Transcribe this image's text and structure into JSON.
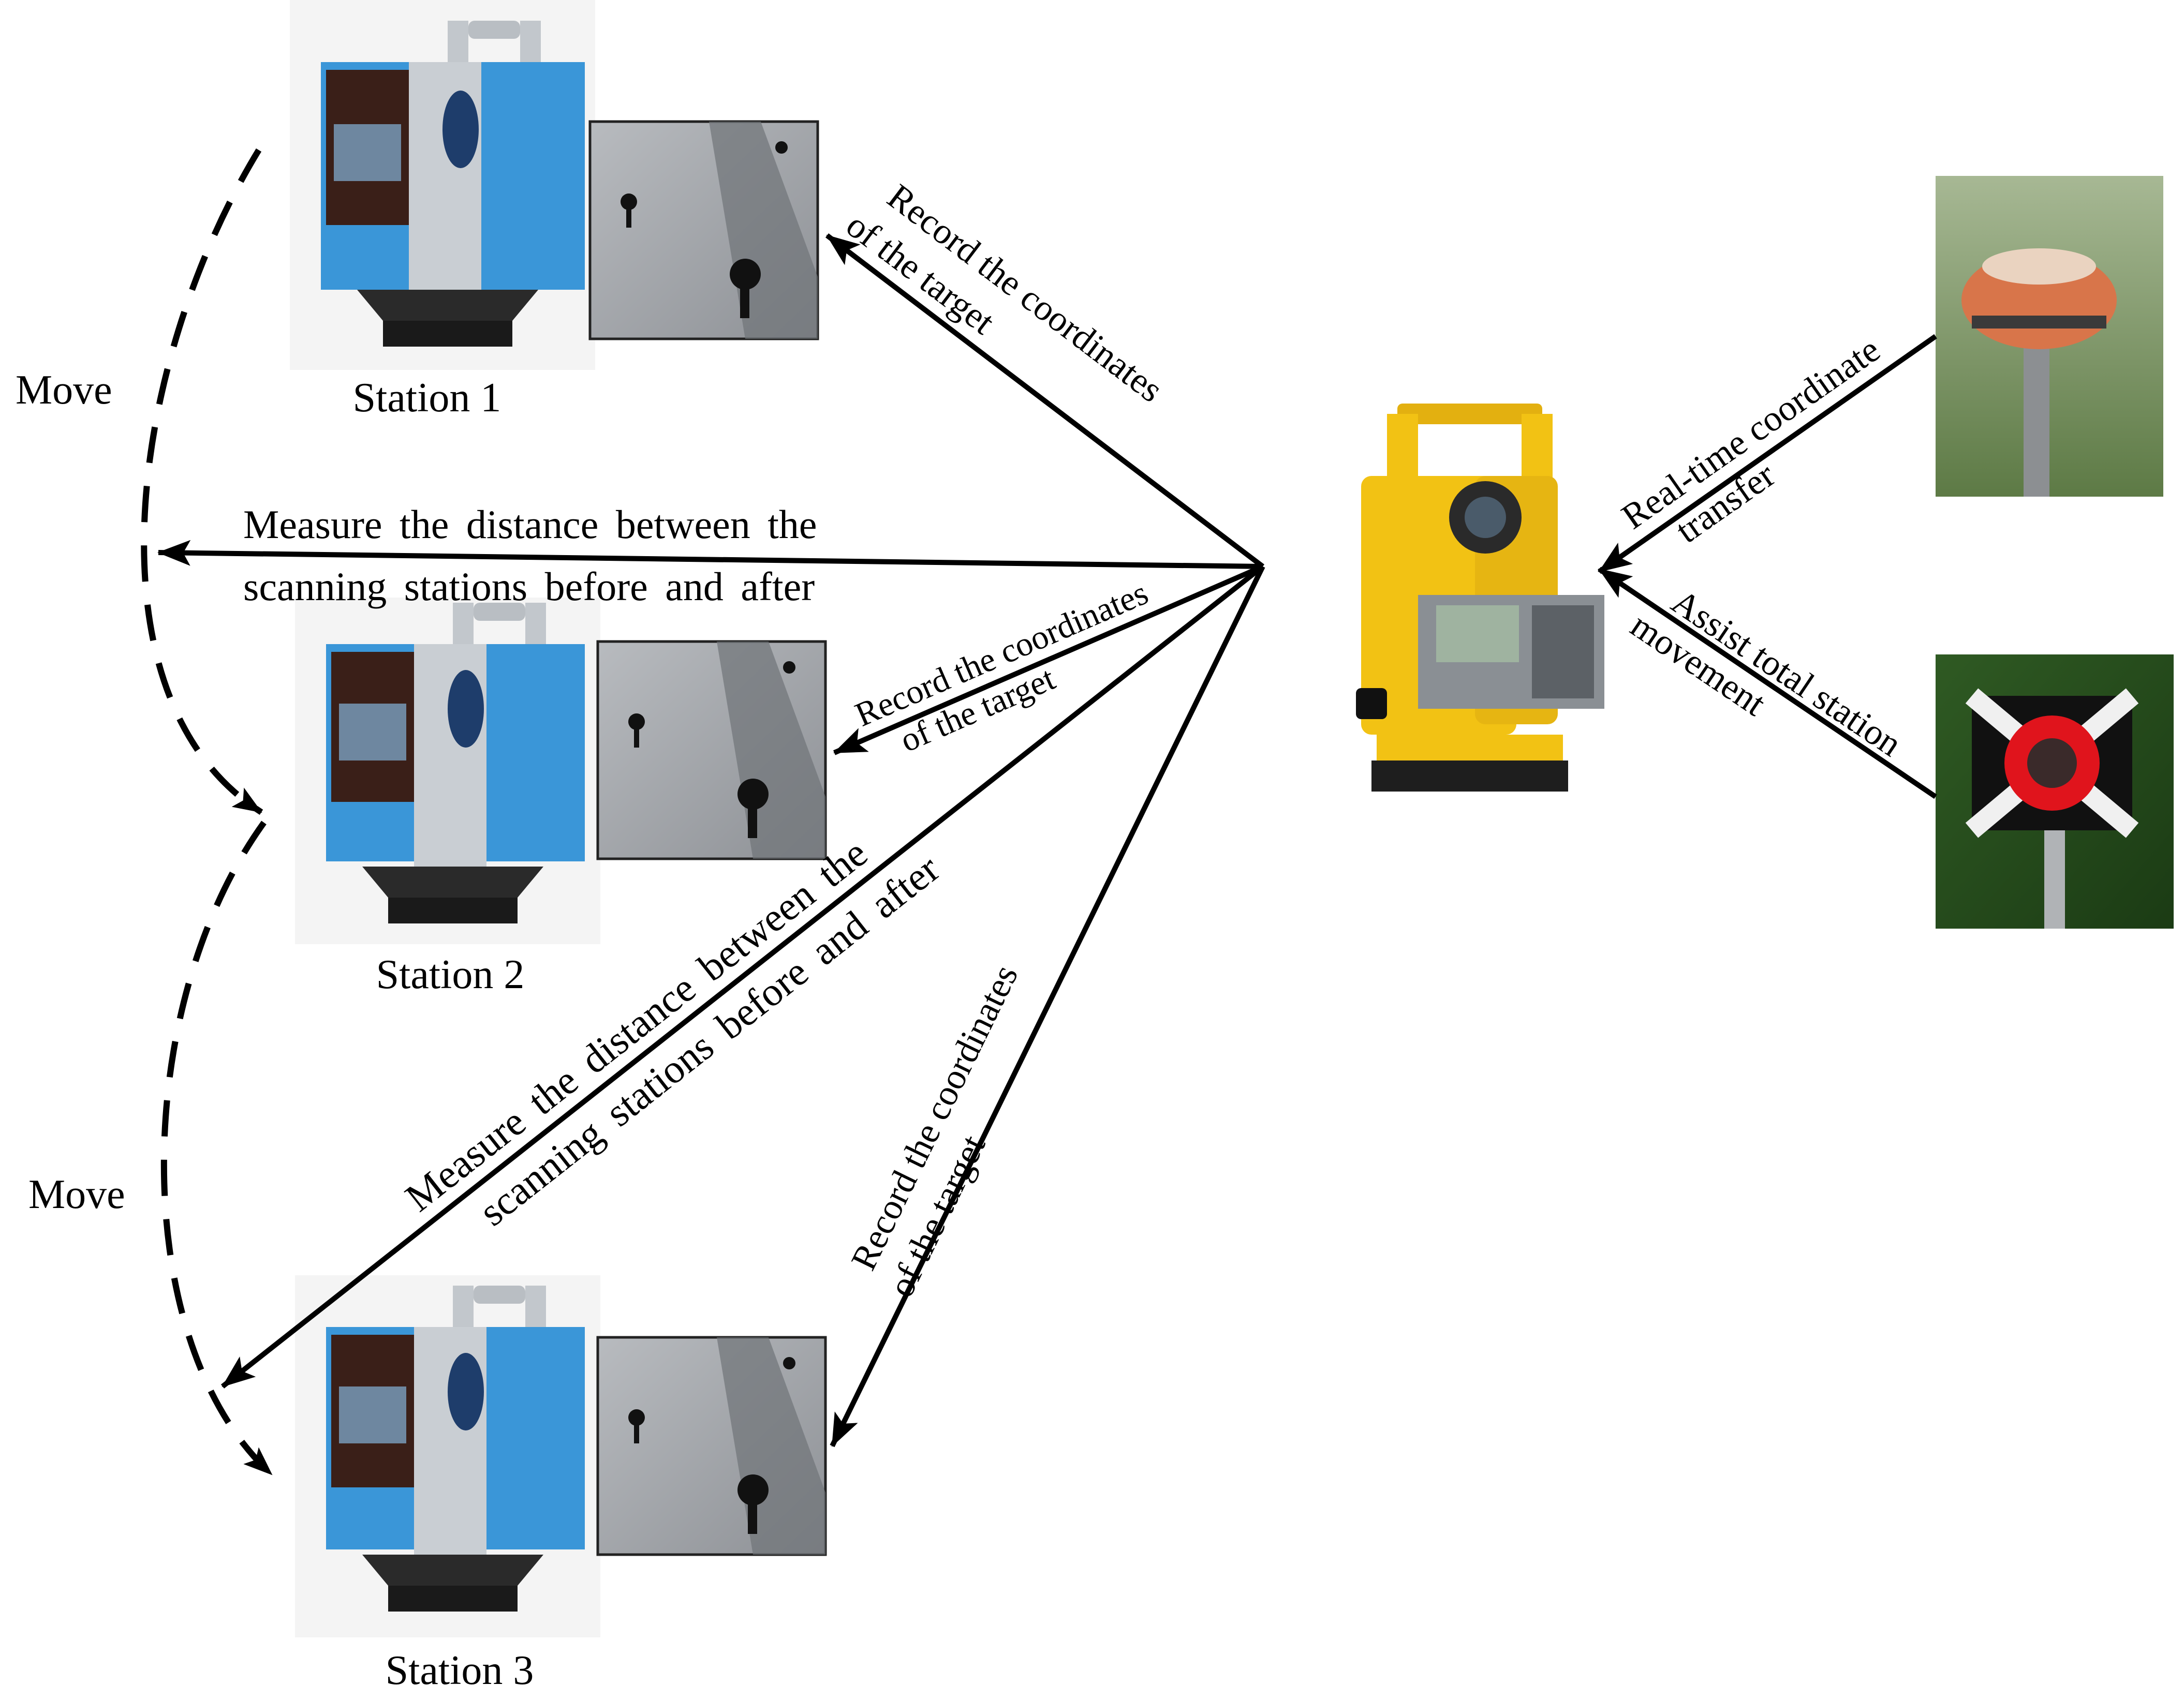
{
  "stations": [
    {
      "label": "Station 1"
    },
    {
      "label": "Station 2"
    },
    {
      "label": "Station 3"
    }
  ],
  "move_labels": [
    "Move",
    "Move"
  ],
  "annotations": {
    "record_1": [
      "Record the coordinates",
      "of the target"
    ],
    "measure_1": [
      "Measure the distance between the",
      "scanning stations before and after"
    ],
    "record_2": [
      "Record the coordinates",
      "of the target"
    ],
    "measure_2": [
      "Measure the distance between the",
      "scanning stations before and after"
    ],
    "record_3": [
      "Record the coordinates",
      "of the target"
    ],
    "gnss_transfer": [
      "Real-time coordinate",
      "transfer"
    ],
    "prism_assist": [
      "Assist total station",
      "movement"
    ]
  },
  "colors": {
    "scanner_blue": "#3a96d8",
    "scanner_grey": "#c9ced3",
    "total_station_yellow": "#f2c214",
    "gnss_orange": "#d8754a",
    "prism_red": "#e0141c",
    "foliage_green": "#3f6b2c",
    "pavement_grey": "#9a9da2",
    "line": "#000000"
  }
}
